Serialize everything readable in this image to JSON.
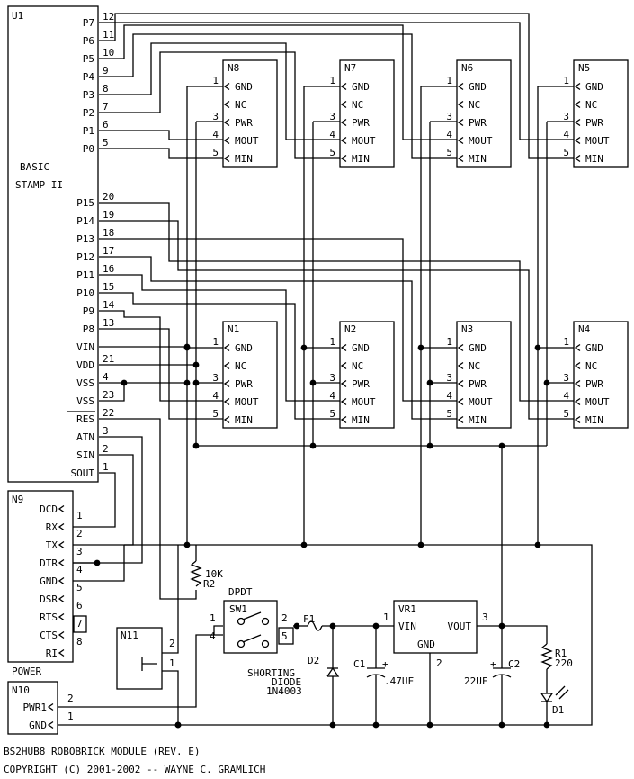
{
  "u1": {
    "ref": "U1",
    "name_line1": "BASIC",
    "name_line2": "STAMP II",
    "pins_top": [
      {
        "name": "P7",
        "num": "12"
      },
      {
        "name": "P6",
        "num": "11"
      },
      {
        "name": "P5",
        "num": "10"
      },
      {
        "name": "P4",
        "num": "9"
      },
      {
        "name": "P3",
        "num": "8"
      },
      {
        "name": "P2",
        "num": "7"
      },
      {
        "name": "P1",
        "num": "6"
      },
      {
        "name": "P0",
        "num": "5"
      }
    ],
    "pins_bottom": [
      {
        "name": "P15",
        "num": "20"
      },
      {
        "name": "P14",
        "num": "19"
      },
      {
        "name": "P13",
        "num": "18"
      },
      {
        "name": "P12",
        "num": "17"
      },
      {
        "name": "P11",
        "num": "16"
      },
      {
        "name": "P10",
        "num": "15"
      },
      {
        "name": "P9",
        "num": "14"
      },
      {
        "name": "P8",
        "num": "13"
      },
      {
        "name": "VIN",
        "num": ""
      },
      {
        "name": "VDD",
        "num": "21"
      },
      {
        "name": "VSS",
        "num": "4"
      },
      {
        "name": "VSS",
        "num": "23"
      },
      {
        "name": "RES",
        "num": "22"
      },
      {
        "name": "ATN",
        "num": "3"
      },
      {
        "name": "SIN",
        "num": "2"
      },
      {
        "name": "SOUT",
        "num": "1"
      }
    ]
  },
  "headers_top": [
    "N8",
    "N7",
    "N6",
    "N5"
  ],
  "headers_bottom": [
    "N1",
    "N2",
    "N3",
    "N4"
  ],
  "header_pins": [
    {
      "num": "1",
      "name": "GND"
    },
    {
      "num": "",
      "name": "NC"
    },
    {
      "num": "3",
      "name": "PWR"
    },
    {
      "num": "4",
      "name": "MOUT"
    },
    {
      "num": "5",
      "name": "MIN"
    }
  ],
  "n9": {
    "ref": "N9",
    "pins": [
      {
        "name": "DCD",
        "num": "1"
      },
      {
        "name": "RX",
        "num": "2"
      },
      {
        "name": "TX",
        "num": "3"
      },
      {
        "name": "DTR",
        "num": "4"
      },
      {
        "name": "GND",
        "num": "5"
      },
      {
        "name": "DSR",
        "num": "6"
      },
      {
        "name": "RTS",
        "num": "7"
      },
      {
        "name": "CTS",
        "num": "8"
      },
      {
        "name": "RI",
        "num": ""
      }
    ]
  },
  "n10": {
    "ref": "N10",
    "title": "POWER",
    "pins": [
      {
        "name": "PWR1",
        "num": "2"
      },
      {
        "name": "GND",
        "num": "1"
      }
    ]
  },
  "n11": {
    "ref": "N11",
    "pin_a": "2",
    "pin_b": "1"
  },
  "r2": {
    "value": "10K",
    "ref": "R2"
  },
  "sw1": {
    "title": "DPDT",
    "ref": "SW1",
    "pins": [
      "1",
      "4",
      "2",
      "5"
    ]
  },
  "f1": {
    "ref": "F1"
  },
  "vr1": {
    "ref": "VR1",
    "vin": "VIN",
    "vout": "VOUT",
    "gnd": "GND",
    "pin_in": "1",
    "pin_gnd": "2",
    "pin_out": "3"
  },
  "d2": {
    "ref": "D2",
    "desc1": "SHORTING",
    "desc2": "DIODE",
    "part": "1N4003"
  },
  "c1": {
    "ref": "C1",
    "plus": "+",
    "value": ".47UF"
  },
  "c2": {
    "ref": "C2",
    "plus": "+",
    "value": "22UF"
  },
  "r1": {
    "ref": "R1",
    "value": "220"
  },
  "d1": {
    "ref": "D1"
  },
  "footer": {
    "line1": "BS2HUB8 ROBOBRICK MODULE (REV. E)",
    "line2": "COPYRIGHT (C) 2001-2002 -- WAYNE C. GRAMLICH"
  }
}
